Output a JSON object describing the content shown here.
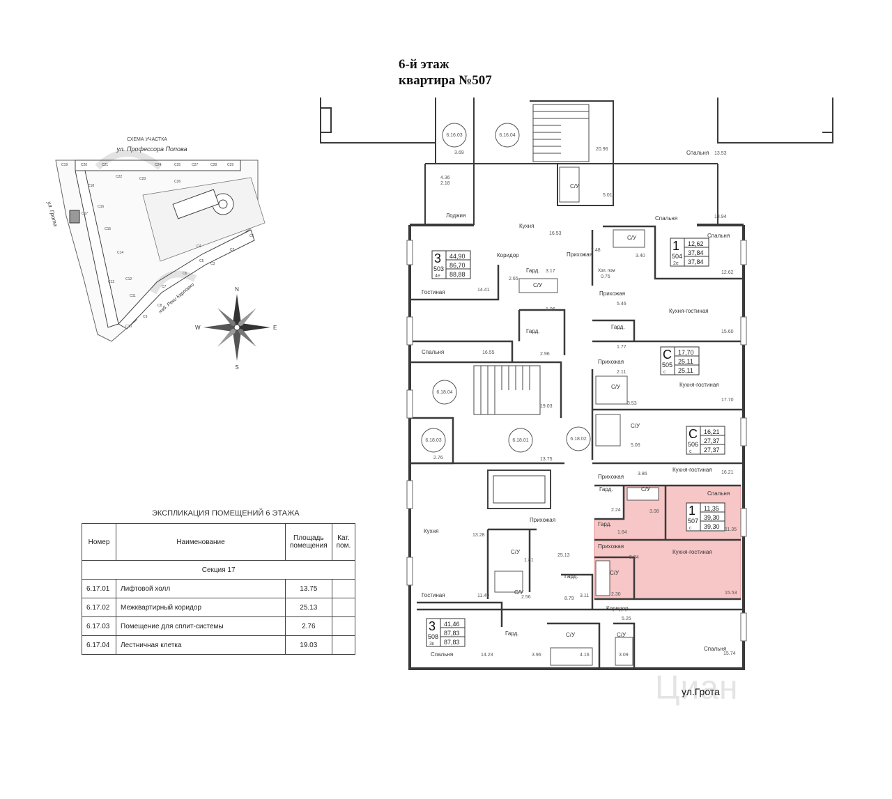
{
  "header": {
    "floor": "6-й этаж",
    "apartment": "квартира №507"
  },
  "site_scheme": {
    "title": "СХЕМА УЧАСТКА",
    "street_top": "ул. Профессора Попова",
    "street_left": "ул. Грота",
    "street_bottom": "наб. Реки Карповки",
    "section_labels": [
      "С19",
      "С20",
      "С21",
      "С22",
      "С23",
      "С24",
      "С25",
      "С27",
      "С28",
      "С29",
      "С26",
      "С18",
      "С17",
      "С16",
      "С15",
      "С14",
      "С13",
      "С12",
      "С11",
      "С10",
      "С9",
      "С8",
      "С7",
      "С6",
      "С5",
      "С4",
      "С3",
      "С2",
      "С1"
    ],
    "compass": {
      "n": "N",
      "s": "S",
      "e": "E",
      "w": "W"
    }
  },
  "explication": {
    "title": "ЭКСПЛИКАЦИЯ ПОМЕЩЕНИЙ 6 ЭТАЖА",
    "headers": [
      "Номер",
      "Наименование",
      "Площадь помещения",
      "Кат. пом."
    ],
    "section": "Секция 17",
    "rows": [
      {
        "num": "6.17.01",
        "name": "Лифтовой холл",
        "area": "13.75",
        "cat": ""
      },
      {
        "num": "6.17.02",
        "name": "Межквартирный коридор",
        "area": "25.13",
        "cat": ""
      },
      {
        "num": "6.17.03",
        "name": "Помещение для сплит-системы",
        "area": "2.76",
        "cat": ""
      },
      {
        "num": "6.17.04",
        "name": "Лестничная клетка",
        "area": "19.03",
        "cat": ""
      }
    ]
  },
  "apartments": [
    {
      "rooms": "3",
      "number": "503",
      "type": "4e",
      "a": "44,90",
      "b": "86,70",
      "c": "88,88"
    },
    {
      "rooms": "1",
      "number": "504",
      "type": "2e",
      "a": "12,62",
      "b": "37,84",
      "c": "37,84"
    },
    {
      "rooms": "С",
      "number": "505",
      "type": "с",
      "a": "17,70",
      "b": "25,11",
      "c": "25,11"
    },
    {
      "rooms": "С",
      "number": "506",
      "type": "с",
      "a": "16,21",
      "b": "27,37",
      "c": "27,37"
    },
    {
      "rooms": "1",
      "number": "507",
      "type": "с",
      "a": "11,35",
      "b": "39,30",
      "c": "39,30"
    },
    {
      "rooms": "3",
      "number": "508",
      "type": "3к",
      "a": "41,46",
      "b": "87,83",
      "c": "87,83"
    }
  ],
  "rooms": {
    "spalnya": "Спальня",
    "kuhnya": "Кухня",
    "kuhnya_gostinaya": "Кухня-гостиная",
    "gostinaya": "Гостиная",
    "prihozhaya": "Прихожая",
    "koridor": "Коридор",
    "su": "С/У",
    "gard": "Гард.",
    "lodzhia": "Лоджия",
    "hol_pom": "Хол. пом"
  },
  "areas": {
    "a1": "13.53",
    "a2": "20.96",
    "a3": "3.69",
    "a4": "5.01",
    "a5": "13.94",
    "a6": "16.53",
    "a7": "7.48",
    "a8": "3.40",
    "a9": "12.62",
    "a10": "3.17",
    "a11": "14.41",
    "a12": "2.65",
    "a13": "1.06",
    "a14": "5.46",
    "a15": "15.60",
    "a16": "16.55",
    "a17": "2.96",
    "a18": "1.77",
    "a19": "2.11",
    "a20": "17.70",
    "a21": "3.53",
    "a22": "19.03",
    "a23": "5.06",
    "a24": "16.21",
    "a25": "13.75",
    "a26": "2.76",
    "a27": "3.86",
    "a28": "2.24",
    "a29": "3.08",
    "a30": "11.35",
    "a31": "13.28",
    "a32": "1.64",
    "a33": "5.34",
    "a34": "15.53",
    "a35": "1.81",
    "a36": "25.13",
    "a37": "11.49",
    "a38": "2.56",
    "a39": "8.79",
    "a40": "3.11",
    "a41": "2.30",
    "a42": "5.25",
    "a43": "14.23",
    "a44": "3.96",
    "a45": "4.16",
    "a46": "3.09",
    "a47": "15.74",
    "a48": "4.36",
    "a49": "2.18",
    "a50": "0.76"
  },
  "room_ids": {
    "r1": "6.16.03",
    "r2": "6.16.04",
    "r3": "6.18.04",
    "r4": "6.18.03",
    "r5": "6.18.01",
    "r6": "6.18.02"
  },
  "street_label": "ул.Грота",
  "watermark": "Циан",
  "colors": {
    "highlight": "#f7c6c6",
    "highlight_stroke": "#e08f8f",
    "wall": "#3a3a3a"
  }
}
